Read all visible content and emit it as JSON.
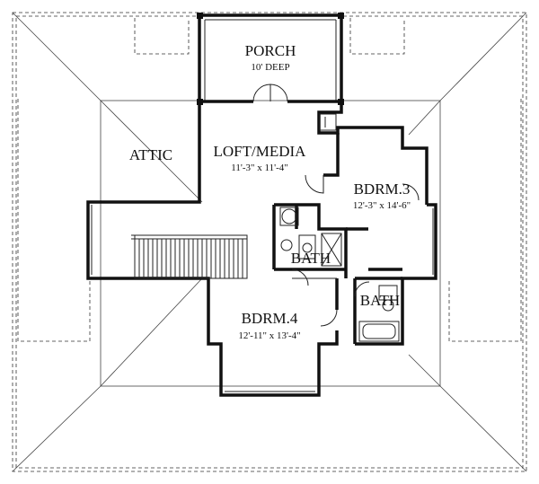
{
  "rooms": {
    "porch": {
      "name": "PORCH",
      "detail": "10' DEEP"
    },
    "attic": {
      "name": "ATTIC"
    },
    "loft": {
      "name": "LOFT/MEDIA",
      "dims": "11'-3\" x 11'-4\""
    },
    "bdrm3": {
      "name": "BDRM.3",
      "dims": "12'-3\" x 14'-6\""
    },
    "bath1": {
      "name": "BATH"
    },
    "bath2": {
      "name": "BATH"
    },
    "bdrm4": {
      "name": "BDRM.4",
      "dims": "12'-11\" x 13'-4\""
    }
  }
}
